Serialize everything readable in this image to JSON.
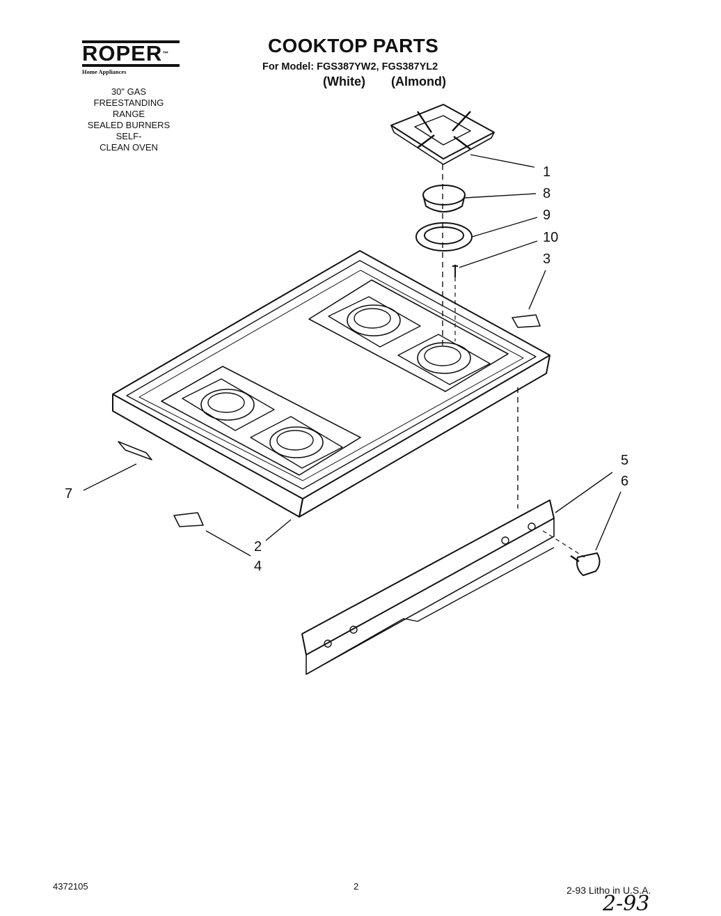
{
  "brand": {
    "name": "ROPER",
    "tm": "™",
    "tagline": "Home Appliances"
  },
  "product_description": [
    "30\" GAS",
    "FREESTANDING",
    "RANGE",
    "SEALED BURNERS",
    "SELF-",
    "CLEAN OVEN"
  ],
  "title": "COOKTOP PARTS",
  "model_line": "For Model: FGS387YW2, FGS387YL2",
  "colors": {
    "white": "(White)",
    "almond": "(Almond)"
  },
  "callouts": [
    "1",
    "8",
    "9",
    "10",
    "3",
    "5",
    "6",
    "7",
    "2",
    "4"
  ],
  "footer": {
    "part_number": "4372105",
    "page": "2",
    "print_info": "2-93  Litho in U.S.A.",
    "handwritten": "2-93"
  }
}
